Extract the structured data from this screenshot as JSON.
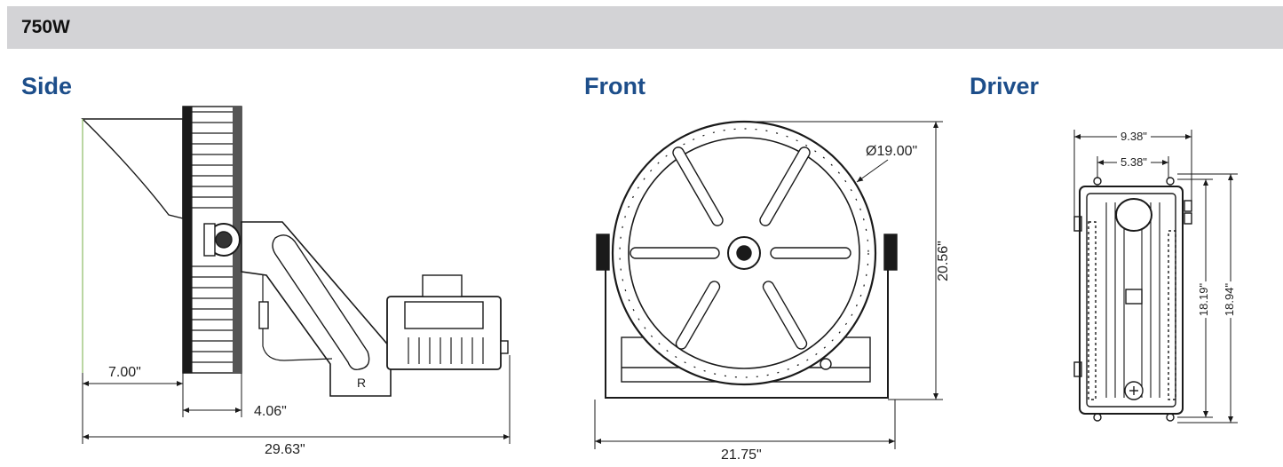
{
  "header": {
    "title": "750W"
  },
  "sections": {
    "side": {
      "title": "Side"
    },
    "front": {
      "title": "Front"
    },
    "driver": {
      "title": "Driver"
    }
  },
  "dimensions": {
    "side": {
      "depth": "7.00\"",
      "offset": "4.06\"",
      "overall": "29.63\""
    },
    "front": {
      "diameter": "Ø19.00\"",
      "height": "20.56\"",
      "width": "21.75\""
    },
    "driver": {
      "outer_width": "9.38\"",
      "inner_width": "5.38\"",
      "inner_height": "18.19\"",
      "outer_height": "18.94\""
    }
  },
  "colors": {
    "header_bg": "#d3d3d6",
    "title_blue": "#1d4e8a",
    "line": "#1a1a1a",
    "accent_line": "#9cc47a"
  }
}
